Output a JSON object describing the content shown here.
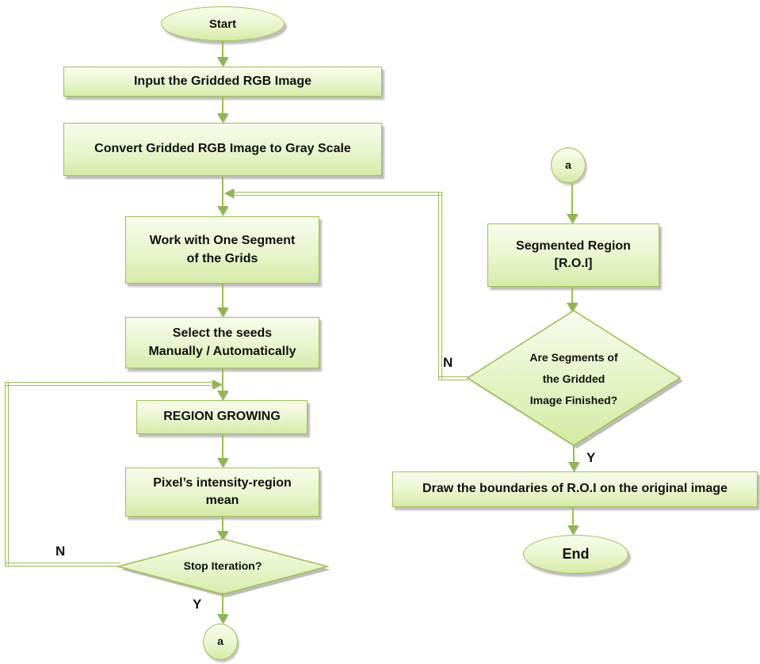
{
  "flowchart": {
    "nodes": {
      "start": "Start",
      "input_image": "Input the Gridded RGB Image",
      "convert_gray": "Convert Gridded RGB Image to Gray Scale",
      "work_segment": {
        "line1": "Work with One Segment",
        "line2": "of the Grids"
      },
      "select_seeds": {
        "line1": "Select the seeds",
        "line2": "Manually / Automatically"
      },
      "region_growing": "REGION GROWING",
      "pixel_intensity": {
        "line1": "Pixel’s intensity-region",
        "line2": "mean"
      },
      "stop_iteration": "Stop Iteration?",
      "connector_a_left": "a",
      "connector_a_right": "a",
      "segmented_region": {
        "line1": "Segmented Region",
        "line2": "[R.O.I]"
      },
      "segments_finished": {
        "line1": "Are Segments of",
        "line2": "the Gridded",
        "line3": "Image Finished?"
      },
      "draw_boundaries": "Draw the boundaries of R.O.I on the original image",
      "end": "End"
    },
    "branch_labels": {
      "stop_iteration_no": "N",
      "stop_iteration_yes": "Y",
      "segments_finished_no": "N",
      "segments_finished_yes": "Y"
    },
    "colors": {
      "shape_border": "#9fc24f",
      "shape_fill_top": "#f8fcec",
      "shape_fill_bottom": "#d5eba6",
      "connector": "#9cbf4e",
      "arrowhead": "#8db84a",
      "shadow": "#bdbdbd",
      "text": "#111111"
    }
  }
}
